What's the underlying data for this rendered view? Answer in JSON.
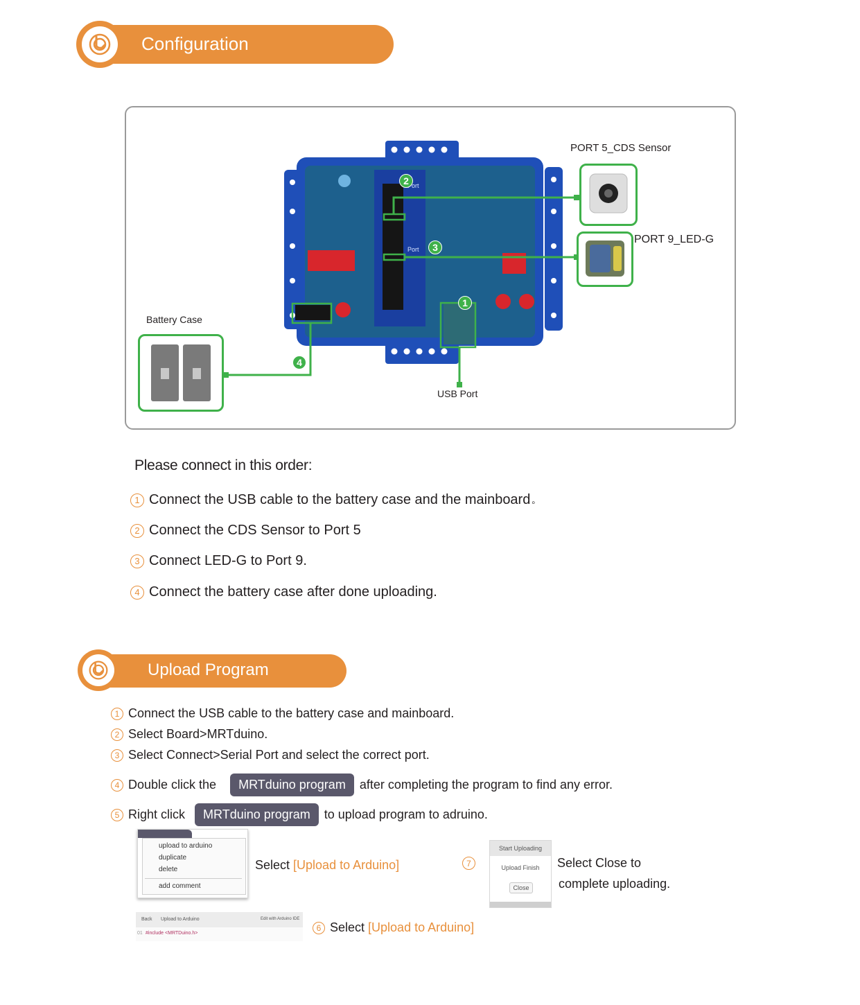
{
  "config": {
    "title": "Configuration",
    "diagram": {
      "labels": {
        "cds": "PORT 5_CDS Sensor",
        "led": "PORT 9_LED-G",
        "battery": "Battery Case",
        "usb": "USB Port",
        "port_text": "Port"
      },
      "markers": [
        "1",
        "2",
        "3",
        "4"
      ]
    },
    "intro": "Please connect in this order:",
    "steps": [
      {
        "num": "1",
        "text": "Connect the USB cable to the battery case and the mainboard",
        "suffix": "。"
      },
      {
        "num": "2",
        "text": "Connect the CDS Sensor to Port 5",
        "suffix": ""
      },
      {
        "num": "3",
        "text": "Connect LED-G to Port 9.",
        "suffix": ""
      },
      {
        "num": "4",
        "text": "Connect the battery case after done uploading.",
        "suffix": ""
      }
    ]
  },
  "upload": {
    "title": "Upload Program",
    "steps": [
      {
        "num": "1",
        "text": "Connect the USB cable to the battery case and mainboard."
      },
      {
        "num": "2",
        "text": "Select Board>MRTduino."
      },
      {
        "num": "3",
        "text": "Select Connect>Serial Port and select the correct port."
      }
    ],
    "step4": {
      "num": "4",
      "before": "Double click the",
      "pill": "MRTduino program",
      "after": "after completing the program to find any error."
    },
    "step5": {
      "num": "5",
      "before": "Right click",
      "pill": "MRTduino program",
      "after": "to upload program to adruino."
    },
    "menu_shot": {
      "items": [
        "upload to arduino",
        "duplicate",
        "delete",
        "add comment"
      ],
      "caption_prefix": "Select ",
      "caption_highlight": "[Upload to Arduino]"
    },
    "step6": {
      "num": "6",
      "caption_prefix": "Select ",
      "caption_highlight": "[Upload to Arduino]",
      "toolbar": {
        "back": "Back",
        "upload": "Upload to Arduino",
        "edit": "Edit with Arduino IDE",
        "code": "#include <MRTDuino.h>",
        "line": "01"
      }
    },
    "step7": {
      "num": "7",
      "dialog": {
        "title": "Start Uploading",
        "message": "Upload Finish",
        "button": "Close"
      },
      "caption_line1": "Select Close to",
      "caption_line2": "complete uploading."
    }
  },
  "colors": {
    "accent": "#e8903c",
    "green": "#3fb14a",
    "board_blue": "#1f4fb8"
  }
}
